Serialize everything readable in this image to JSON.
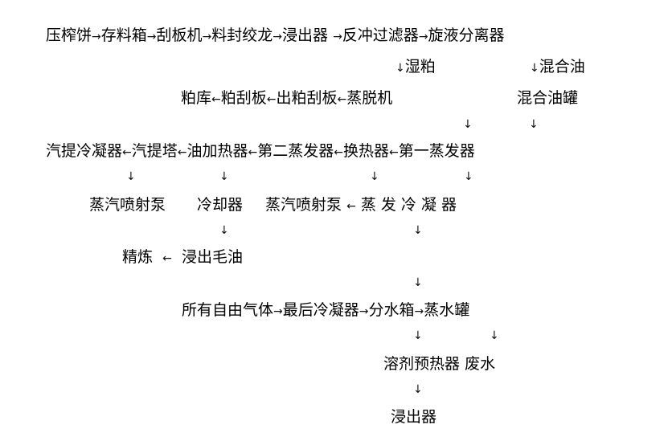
{
  "row1": {
    "n": [
      "压榨饼",
      "存料箱",
      "刮板机",
      "料封绞龙",
      "浸出器",
      "反冲过滤器",
      "旋液分离器"
    ]
  },
  "wet_meal": "湿粕",
  "mixed_oil": "混合油",
  "row3": {
    "n": [
      "粕库",
      "粕刮板",
      "出粕刮板",
      "蒸脱机"
    ]
  },
  "mixed_oil_tank": "混合油罐",
  "row5": {
    "n": [
      "汽提冷凝器",
      "汽提塔",
      "油加热器",
      "第二蒸发器",
      "换热器",
      "第一蒸发器"
    ]
  },
  "steam_pump1": "蒸汽喷射泵",
  "cooler": "冷却器",
  "steam_pump2": "蒸汽喷射泵",
  "evap_condenser": "蒸 发 冷 凝 器",
  "refining": "精炼",
  "crude_oil": "浸出毛油",
  "row10": {
    "n": [
      "所有自由气体",
      "最后冷凝器",
      "分水箱",
      "蒸水罐"
    ]
  },
  "solvent_preheater": "溶剂预热器",
  "waste_water": "废水",
  "extractor": "浸出器",
  "arrows": {
    "right": "→",
    "left": "←",
    "down": "↓"
  }
}
